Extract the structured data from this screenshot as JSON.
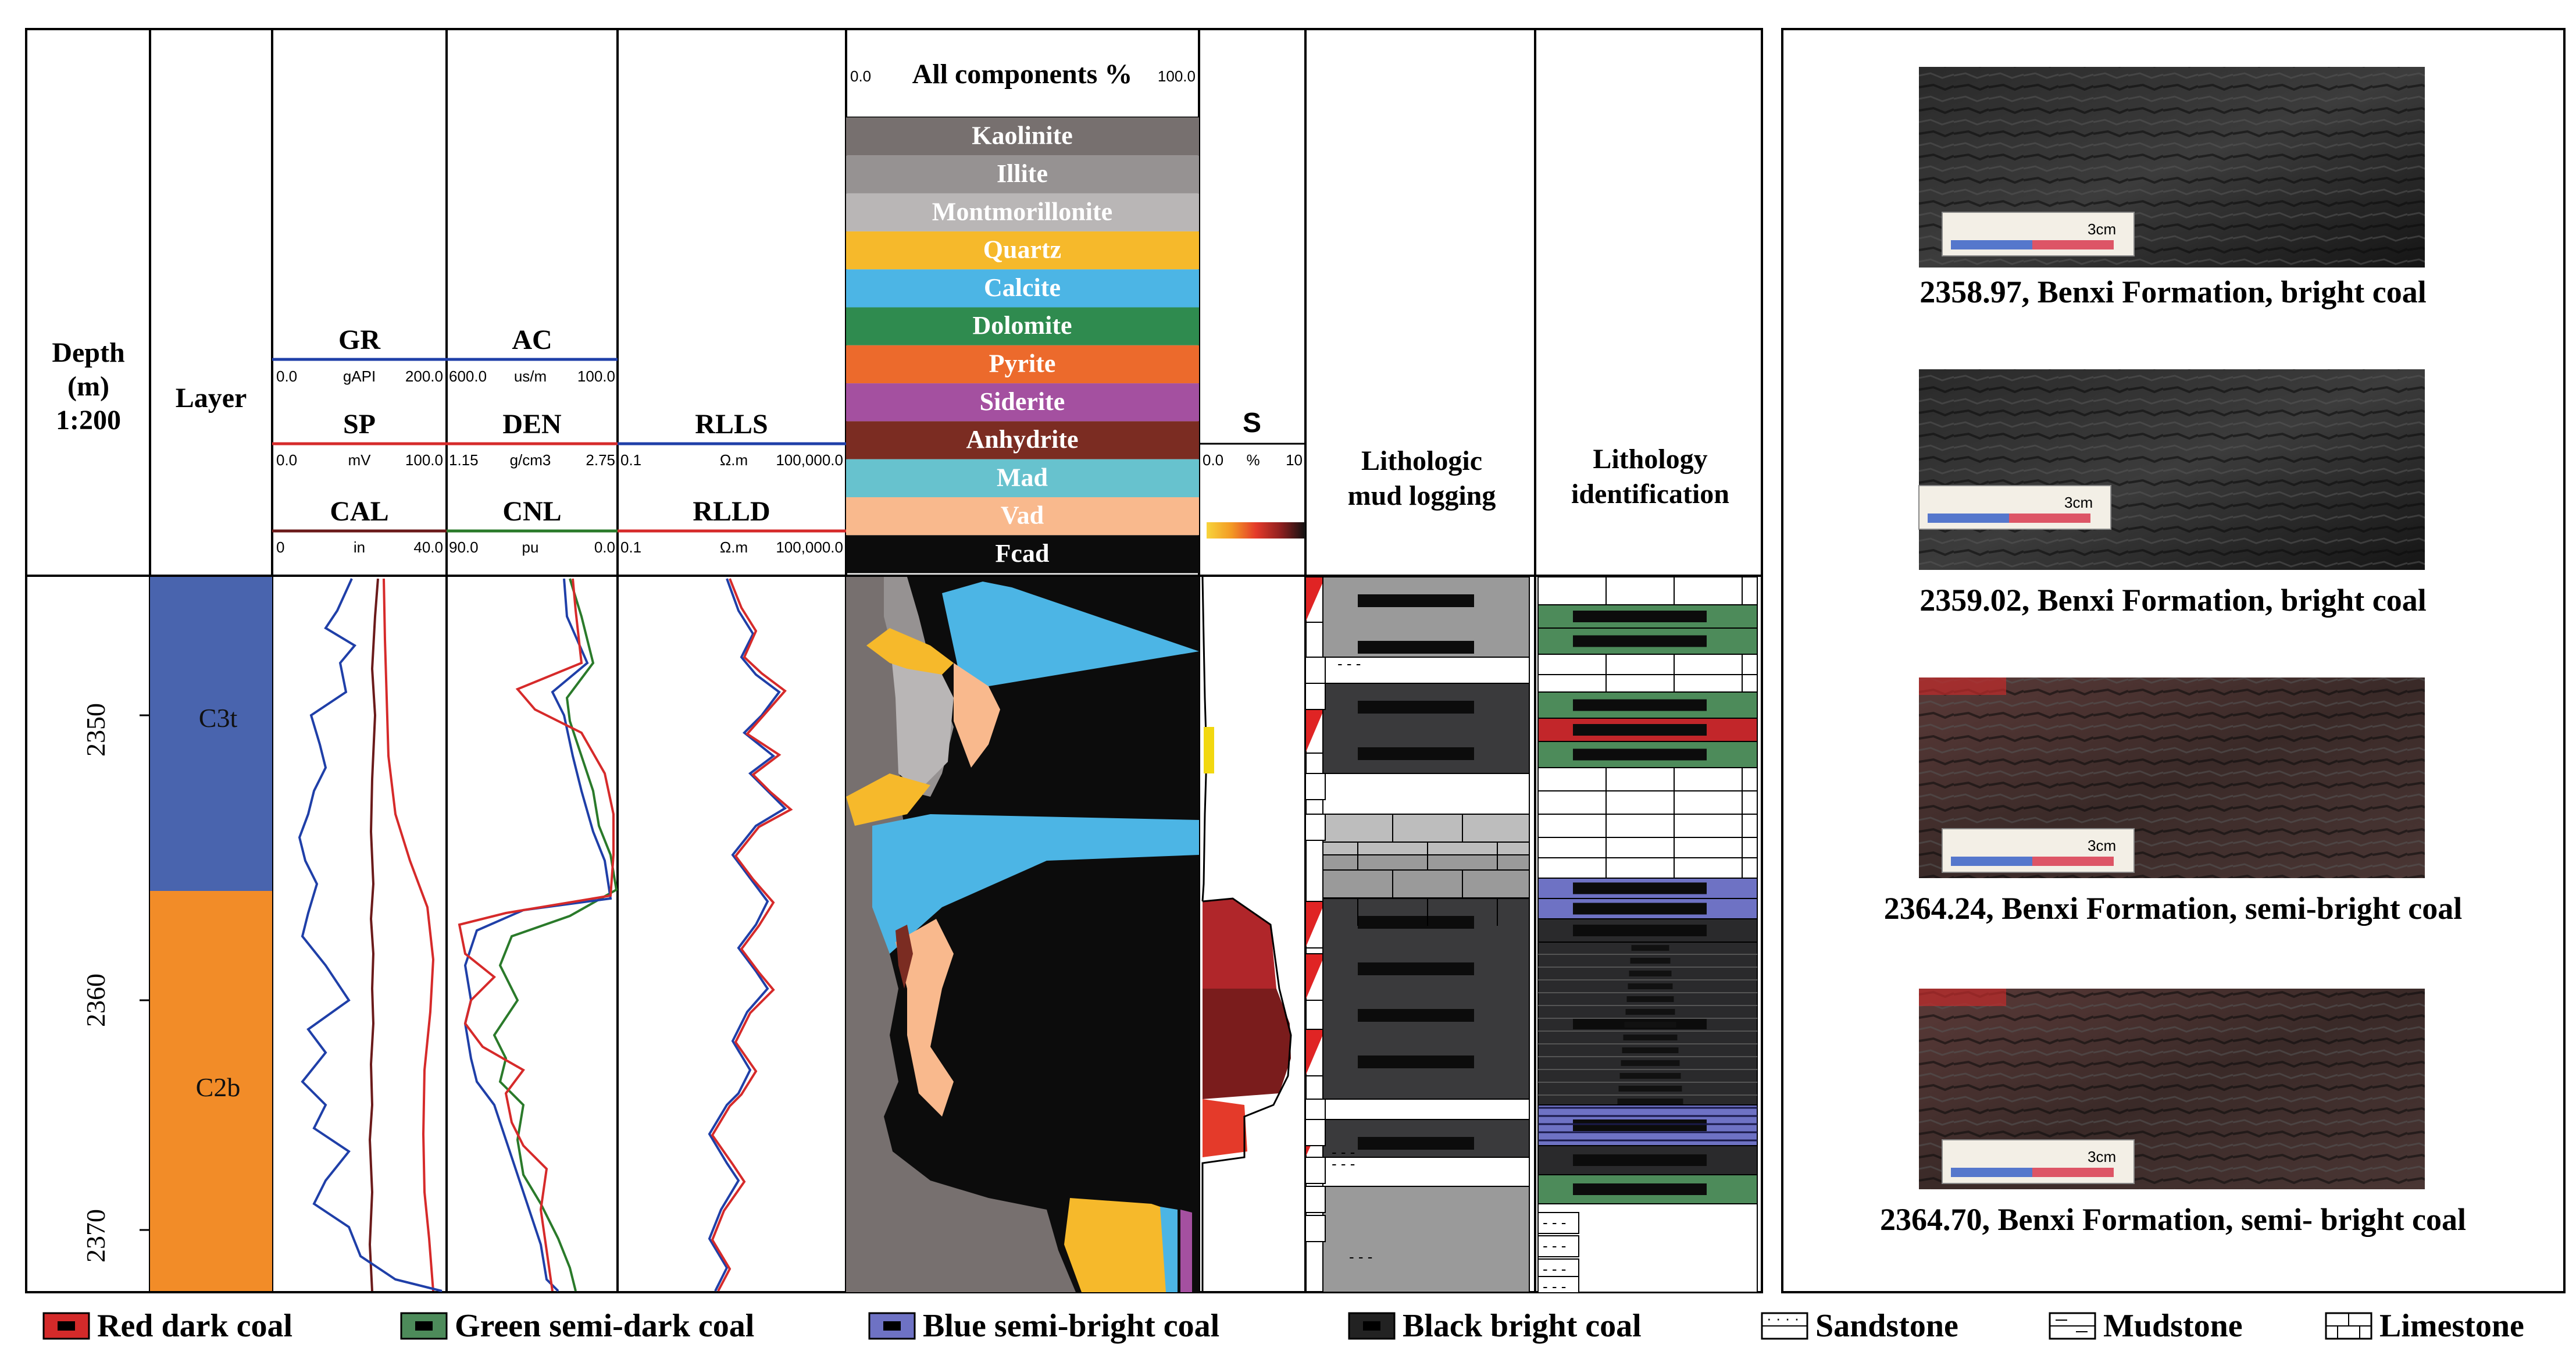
{
  "columns": {
    "depth": {
      "title_lines": [
        "Depth",
        "(m)",
        "1:200"
      ],
      "ticks": [
        "2350",
        "2360",
        "2370"
      ]
    },
    "layer": {
      "title": "Layer",
      "units": [
        "C3t",
        "C2b"
      ]
    },
    "gr_sp_cal": {
      "curves": [
        {
          "name": "GR",
          "min": "0.0",
          "unit": "gAPI",
          "max": "200.0",
          "color": "#1f3fa8"
        },
        {
          "name": "SP",
          "min": "0.0",
          "unit": "mV",
          "max": "100.0",
          "color": "#d62a2a"
        },
        {
          "name": "CAL",
          "min": "0",
          "unit": "in",
          "max": "40.0",
          "color": "#6b1a1a"
        }
      ]
    },
    "ac_den_cnl": {
      "curves": [
        {
          "name": "AC",
          "min": "600.0",
          "unit": "us/m",
          "max": "100.0",
          "color": "#1f3fa8"
        },
        {
          "name": "DEN",
          "min": "1.15",
          "unit": "g/cm3",
          "max": "2.75",
          "color": "#d62a2a"
        },
        {
          "name": "CNL",
          "min": "90.0",
          "unit": "pu",
          "max": "0.0",
          "color": "#2a7a2a"
        }
      ]
    },
    "resistivity": {
      "curves": [
        {
          "name": "RLLS",
          "min": "0.1",
          "unit": "Ω.m",
          "max": "100,000.0",
          "color": "#1f3fa8"
        },
        {
          "name": "RLLD",
          "min": "0.1",
          "unit": "Ω.m",
          "max": "100,000.0",
          "color": "#d62a2a"
        }
      ]
    },
    "components": {
      "title": "All components %",
      "min": "0.0",
      "max": "100.0",
      "bands": [
        {
          "label": "Kaolinite",
          "color": "#77706f"
        },
        {
          "label": "Illite",
          "color": "#969292"
        },
        {
          "label": "Montmorillonite",
          "color": "#b9b6b6"
        },
        {
          "label": "Quartz",
          "color": "#f6b92b"
        },
        {
          "label": "Calcite",
          "color": "#4cb5e5"
        },
        {
          "label": "Dolomite",
          "color": "#2f8b4f"
        },
        {
          "label": "Pyrite",
          "color": "#ec6a2c"
        },
        {
          "label": "Siderite",
          "color": "#a450a0"
        },
        {
          "label": "Anhydrite",
          "color": "#7b2c22"
        },
        {
          "label": "Mad",
          "color": "#67c2ce"
        },
        {
          "label": "Vad",
          "color": "#f9b98d"
        },
        {
          "label": "Fcad",
          "color": "#0c0c0c"
        }
      ]
    },
    "s": {
      "title": "S",
      "min": "0.0",
      "unit": "%",
      "max": "10"
    },
    "mud_logging": {
      "title_lines": [
        "Lithologic",
        "mud logging"
      ]
    },
    "identification": {
      "title_lines": [
        "Lithology",
        "identification"
      ]
    }
  },
  "photos": [
    {
      "caption": "2358.97, Benxi Formation, bright coal",
      "scale": "3cm"
    },
    {
      "caption": "2359.02, Benxi Formation, bright coal",
      "scale": "3cm"
    },
    {
      "caption": "2364.24, Benxi Formation, semi-bright coal",
      "scale": "3cm"
    },
    {
      "caption": "2364.70, Benxi Formation, semi- bright coal",
      "scale": "3cm"
    }
  ],
  "legend": [
    {
      "label": "Red dark coal",
      "color": "#d42a2a",
      "kind": "coal"
    },
    {
      "label": "Green semi-dark coal",
      "color": "#4d8b5a",
      "kind": "coal"
    },
    {
      "label": "Blue semi-bright coal",
      "color": "#6e72c4",
      "kind": "coal"
    },
    {
      "label": "Black bright coal",
      "color": "#222222",
      "kind": "coal"
    },
    {
      "label": "Sandstone",
      "color": "#ffffff",
      "kind": "sand"
    },
    {
      "label": "Mudstone",
      "color": "#ffffff",
      "kind": "mud"
    },
    {
      "label": "Limestone",
      "color": "#ffffff",
      "kind": "lime"
    }
  ]
}
